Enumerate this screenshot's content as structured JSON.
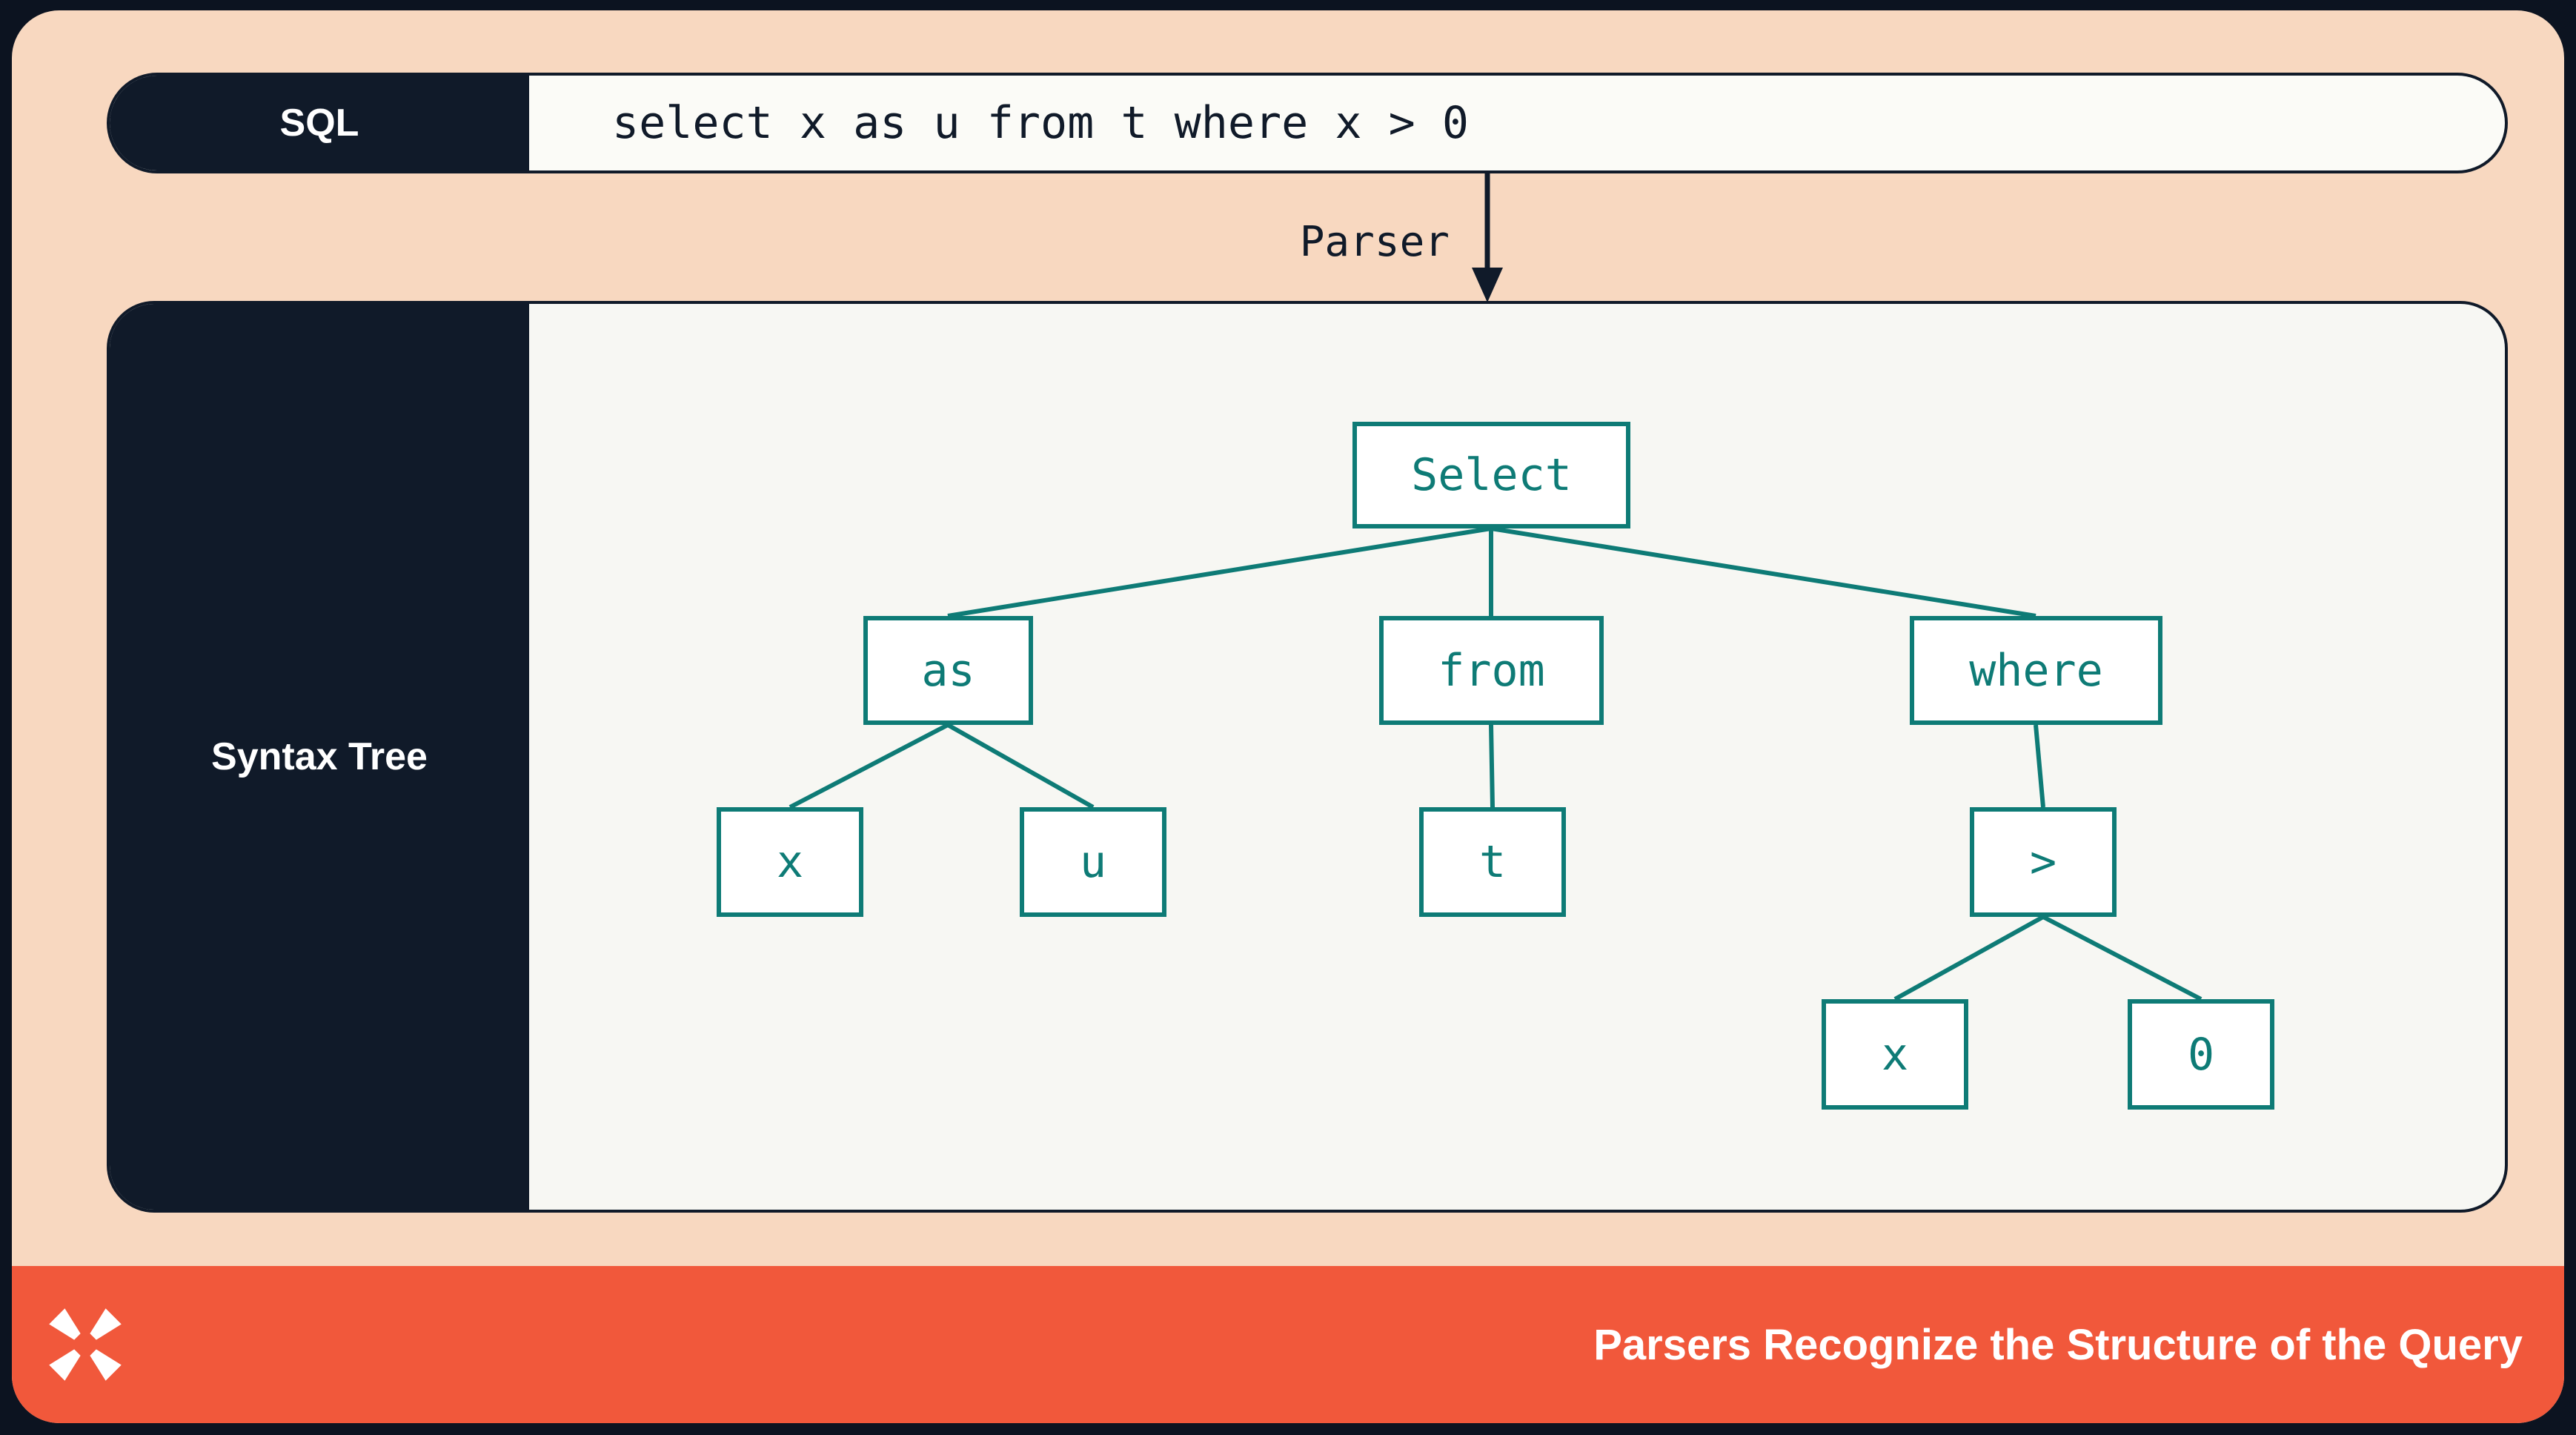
{
  "sql_bar": {
    "label": "SQL",
    "query": "select x as u from t where x > 0"
  },
  "parser": {
    "label": "Parser"
  },
  "syntax_tree": {
    "panel_label": "Syntax Tree",
    "root": {
      "label": "Select",
      "children": [
        {
          "label": "as",
          "children": [
            {
              "label": "x"
            },
            {
              "label": "u"
            }
          ]
        },
        {
          "label": "from",
          "children": [
            {
              "label": "t"
            }
          ]
        },
        {
          "label": "where",
          "children": [
            {
              "label": ">",
              "children": [
                {
                  "label": "x"
                },
                {
                  "label": "0"
                }
              ]
            }
          ]
        }
      ]
    }
  },
  "footer": {
    "title": "Parsers Recognize the Structure of the Query"
  },
  "colors": {
    "background_dark": "#0c1320",
    "panel_dark": "#101a29",
    "peach": "#f8d8c0",
    "teal": "#0e7b76",
    "coral": "#f1583b",
    "tree_background": "#f7f7f3"
  }
}
